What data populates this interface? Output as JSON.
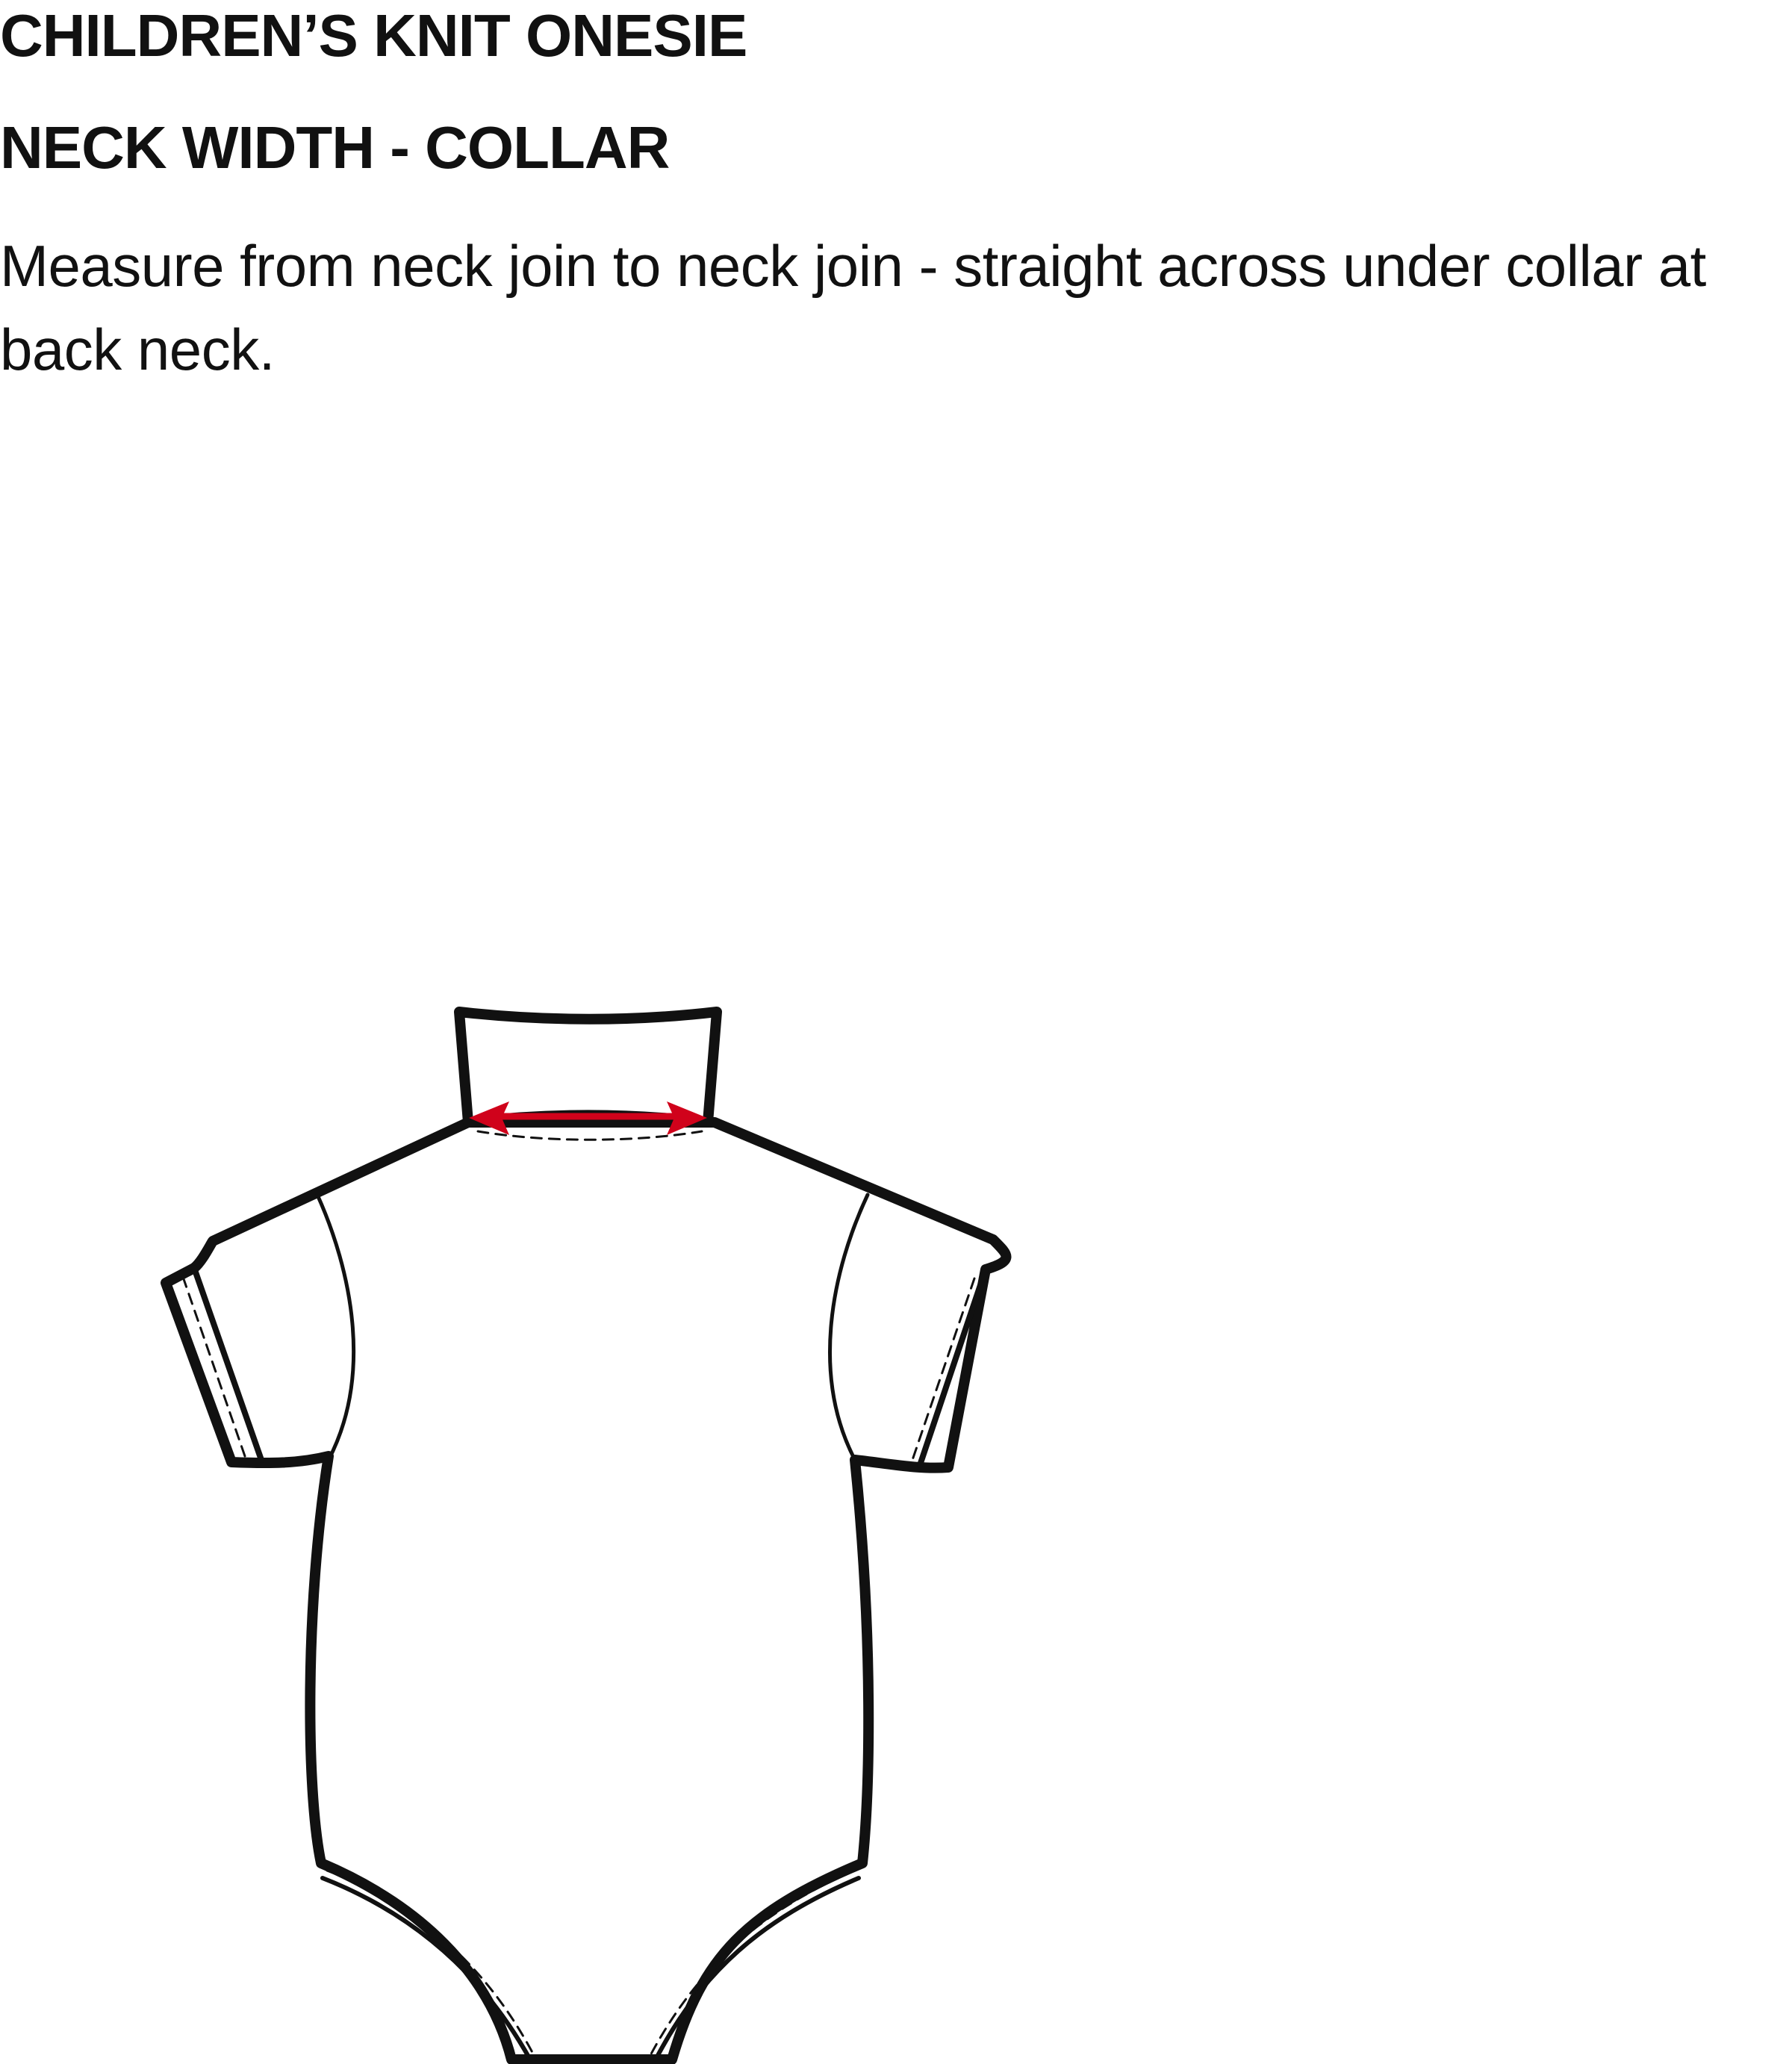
{
  "header": {
    "title": "CHILDREN’S KNIT ONESIE",
    "subtitle": "NECK WIDTH - COLLAR"
  },
  "instruction": {
    "text": "Measure from neck join to neck join - straight across under collar at back neck."
  },
  "colors": {
    "outline": "#111111",
    "measurement_arrow": "#d0021b",
    "background": "#ffffff"
  },
  "icons": {
    "garment": "onesie-outline-icon",
    "measure": "double-headed-arrow-icon"
  }
}
